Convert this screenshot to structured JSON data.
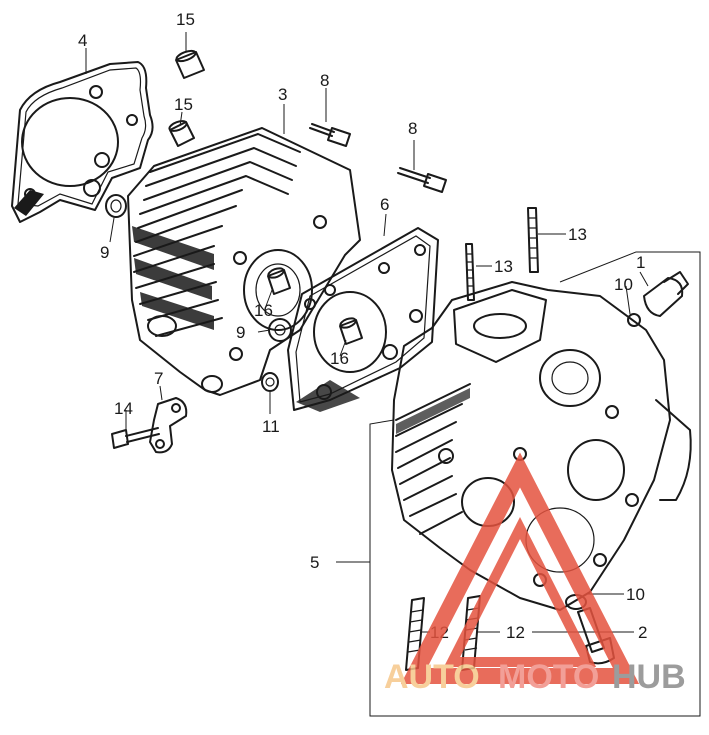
{
  "callouts": {
    "p1": "1",
    "p2": "2",
    "p3": "3",
    "p4": "4",
    "p5": "5",
    "p6": "6",
    "p7": "7",
    "p8a": "8",
    "p8b": "8",
    "p9a": "9",
    "p9b": "9",
    "p10a": "10",
    "p10b": "10",
    "p11": "11",
    "p12a": "12",
    "p12b": "12",
    "p13a": "13",
    "p13b": "13",
    "p14": "14",
    "p15a": "15",
    "p15b": "15",
    "p16a": "16",
    "p16b": "16"
  },
  "watermark": {
    "auto": "AUTO",
    "moto": "MOTO",
    "hub": "HUB",
    "colors": {
      "auto": "#f6c78a",
      "moto": "#f08f86",
      "hub": "#8b8b8b",
      "triangle": "#e5533f"
    }
  }
}
